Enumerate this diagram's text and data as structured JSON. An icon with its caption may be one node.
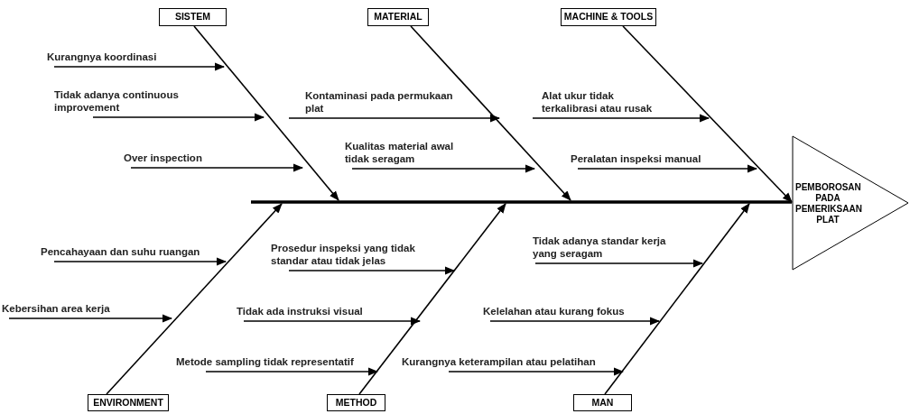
{
  "diagram": {
    "nodes": [
      {
        "text": [
          "SISTEM"
        ]
      },
      {
        "text": [
          "MATERIAL"
        ]
      },
      {
        "text": [
          "MACHINE & TOOLS"
        ]
      },
      {
        "text": [
          "Kurangnya koordinasi"
        ]
      },
      {
        "text": [
          "Tidak adanya continuous improvement"
        ]
      },
      {
        "text": [
          "Kontaminasi pada permukaan plat"
        ]
      },
      {
        "text": [
          "Alat ukur tidak terkalibrasi atau rusak"
        ]
      },
      {
        "text": [
          "Over inspection"
        ]
      },
      {
        "text": [
          "Kualitas material awal tidak seragam"
        ]
      },
      {
        "text": [
          "Peralatan inspeksi manual"
        ]
      },
      {
        "text": [
          "PEMBOROSAN PADA PEMERIKSAAN PLAT"
        ]
      },
      {
        "text": [
          "Pencahayaan dan suhu ruangan"
        ]
      },
      {
        "text": [
          "Prosedur inspeksi yang tidak standar atau tidak jelas"
        ]
      },
      {
        "text": [
          "Tidak adanya standar kerja yang seragam"
        ]
      },
      {
        "text": [
          "Kebersihan area kerja"
        ]
      },
      {
        "text": [
          "Tidak ada instruksi visual"
        ]
      },
      {
        "text": [
          "Kelelahan atau kurang fokus"
        ]
      },
      {
        "text": [
          "Metode sampling tidak representatif"
        ]
      },
      {
        "text": [
          "Kurangnya keterampilan atau pelatihan"
        ]
      },
      {
        "text": [
          "ENVIRONMENT"
        ]
      },
      {
        "text": [
          "METHOD"
        ]
      },
      {
        "text": [
          "MAN"
        ]
      }
    ],
    "edges": [
      {
        "from": 3,
        "to": null,
        "arrow": "to"
      },
      {
        "from": 4,
        "to": null,
        "arrow": "to"
      },
      {
        "from": 5,
        "to": null,
        "arrow": "to"
      },
      {
        "from": 6,
        "to": null,
        "arrow": "to"
      },
      {
        "from": 7,
        "to": null,
        "arrow": "to"
      },
      {
        "from": 8,
        "to": null,
        "arrow": "to"
      },
      {
        "from": 9,
        "to": null,
        "arrow": "to"
      },
      {
        "from": 11,
        "to": null,
        "arrow": "to"
      },
      {
        "from": 12,
        "to": null,
        "arrow": "to"
      },
      {
        "from": 13,
        "to": null,
        "arrow": "to"
      },
      {
        "from": 14,
        "to": null,
        "arrow": "to"
      },
      {
        "from": 15,
        "to": null,
        "arrow": "to"
      },
      {
        "from": 16,
        "to": null,
        "arrow": "to"
      },
      {
        "from": 17,
        "to": null,
        "arrow": "to"
      },
      {
        "from": 18,
        "to": null,
        "arrow": "to"
      },
      {
        "from": 0,
        "to": null,
        "arrow": "to"
      },
      {
        "from": 1,
        "to": null,
        "arrow": "to"
      },
      {
        "from": 2,
        "to": 10,
        "arrow": "to"
      },
      {
        "from": 19,
        "to": null,
        "arrow": "to"
      },
      {
        "from": 20,
        "to": null,
        "arrow": "to"
      },
      {
        "from": 21,
        "to": null,
        "arrow": "to"
      },
      {
        "from": null,
        "to": 10,
        "arrow": "none",
        "style": "thick"
      }
    ]
  }
}
